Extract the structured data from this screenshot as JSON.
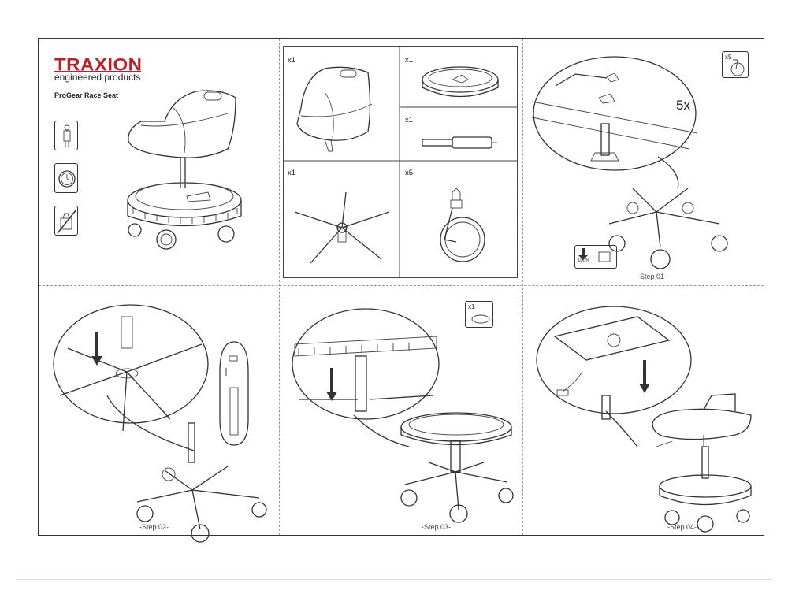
{
  "brand": {
    "name": "TRAXION",
    "tagline": "engineered products",
    "product": "ProGear Race Seat",
    "color": "#b8202a"
  },
  "parts": [
    {
      "qty": "x1",
      "item": "seat"
    },
    {
      "qty": "x1",
      "item": "tray"
    },
    {
      "qty": "x1",
      "item": "gas-cylinder"
    },
    {
      "qty": "x1",
      "item": "base"
    },
    {
      "qty": "x5",
      "item": "caster"
    }
  ],
  "icons": [
    "person-icon",
    "clock-icon",
    "no-tools-icon"
  ],
  "step01": {
    "label": "-Step 01-",
    "badge_qty": "x5",
    "callout": "5x",
    "force": "100%"
  },
  "step02": {
    "label": "-Step 02-"
  },
  "step03": {
    "label": "-Step 03-",
    "badge_qty": "x1"
  },
  "step04": {
    "label": "-Step 04-"
  }
}
